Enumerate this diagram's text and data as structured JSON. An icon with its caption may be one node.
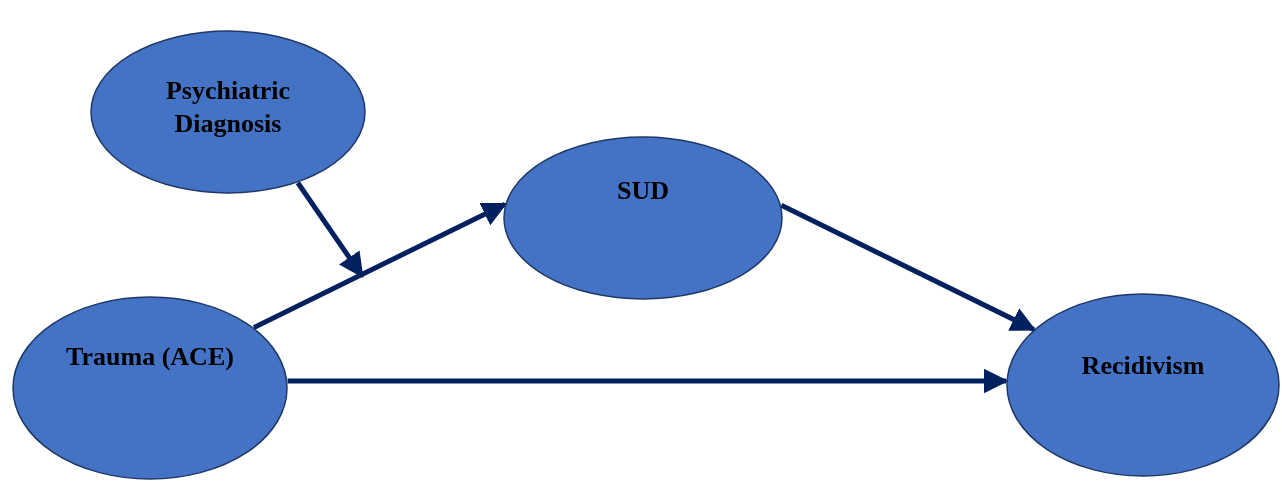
{
  "diagram": {
    "nodes": [
      {
        "text": [
          "Psychiatric Diagnosis"
        ]
      },
      {
        "text": [
          "SUD"
        ]
      },
      {
        "text": [
          "Trauma (ACE)"
        ]
      },
      {
        "text": [
          "Recidivism"
        ]
      }
    ],
    "edges": [
      {
        "from": 0,
        "to": null,
        "arrow": "to"
      },
      {
        "from": 2,
        "to": 1,
        "arrow": "to"
      },
      {
        "from": 1,
        "to": 3,
        "arrow": "to"
      },
      {
        "from": 2,
        "to": 3,
        "arrow": "to"
      }
    ]
  }
}
